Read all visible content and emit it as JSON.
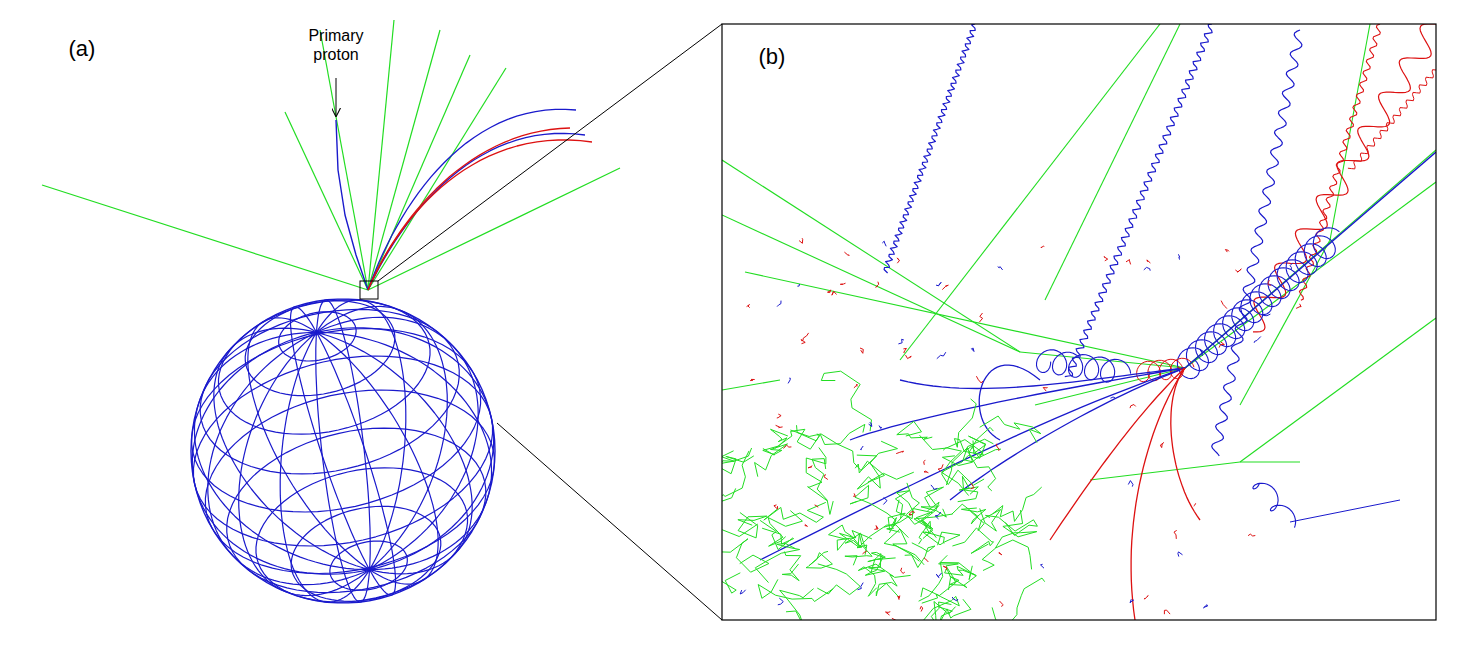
{
  "diagram": {
    "labels": [
      "(a)",
      "Primary proton",
      "(b)"
    ]
  }
}
